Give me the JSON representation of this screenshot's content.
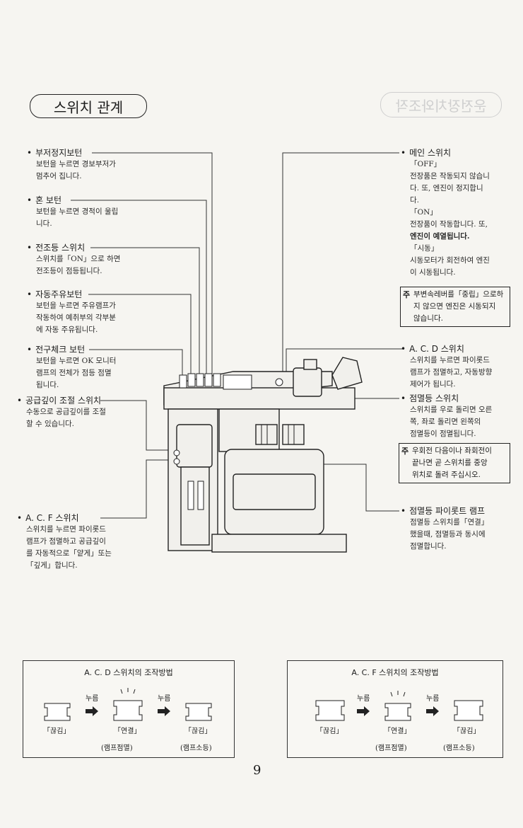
{
  "title": "스위치 관계",
  "ghost_title": "운전장치와조작",
  "left_items": [
    {
      "label": "부저정지보턴",
      "desc": [
        "보턴을 누르면 경보부저가",
        "멈추어 집니다."
      ]
    },
    {
      "label": "혼 보턴",
      "desc": [
        "보턴을 누르면 경적이 울립",
        "니다."
      ]
    },
    {
      "label": "전조등 스위치",
      "desc": [
        "스위치를「ON」으로 하면",
        "전조등이 점등됩니다."
      ]
    },
    {
      "label": "자동주유보턴",
      "desc": [
        "보턴을 누르면 주유램프가",
        "작동하여 예취부의 각부분",
        "에 자동 주유됩니다."
      ]
    },
    {
      "label": "전구체크 보턴",
      "desc": [
        "보턴을 누르면 OK 모니터",
        "램프의 전체가 점등 점멸",
        "됩니다."
      ]
    },
    {
      "label": "공급깊이 조절 스위치",
      "desc": [
        "수동으로 공급깊이를 조절",
        "할 수 있습니다."
      ]
    },
    {
      "label": "A. C. F 스위치",
      "desc": [
        "스위치를 누르면 파이롯드",
        "램프가 점멸하고 공급깊이",
        "를 자동적으로「얕게」또는",
        "「깊게」합니다."
      ]
    }
  ],
  "main_switch": {
    "label": "메인 스위치",
    "desc": [
      "「OFF」",
      "전장품은 작동되지 않습니",
      "다. 또, 엔진이 정지합니",
      "다.",
      "「ON」",
      "전장품이 작동합니다. 또,",
      "엔진이 예열됩니다.",
      "「시동」",
      "시동모터가 회전하여 엔진",
      "이 시동됩니다."
    ],
    "note_mark": "주",
    "note": [
      "부변속레버를「중립」으로하",
      "지 않으면 엔진은 시동되지",
      "않습니다."
    ]
  },
  "acd": {
    "label": "A. C. D 스위치",
    "desc": [
      "스위치를 누르면 파이롯드",
      "램프가 점멸하고, 자동방향",
      "제어가 됩니다."
    ]
  },
  "blinker": {
    "label": "점멸등 스위치",
    "desc": [
      "스위치를 우로 돌리면 오른",
      "쪽, 좌로 돌리면 왼쪽의",
      "점멸등이 점멸됩니다."
    ],
    "note_mark": "주",
    "note": [
      "우회전 다음이나 좌회전이",
      "끝나면 곧 스위치를 중앙",
      "위치로 돌려 주십시오."
    ]
  },
  "pilot": {
    "label": "점멸등 파이롯트 램프",
    "desc": [
      "점멸등 스위치를「연결」",
      "했을때, 점멸등과 동시에",
      "점멸합니다."
    ]
  },
  "acd_panel": {
    "title": "A. C. D 스위치의 조작방법",
    "press": "누름",
    "states": [
      "「끊김」",
      "「연결」",
      "「끊김」"
    ],
    "lamps": [
      "(램프점멸)",
      "(램프소등)"
    ]
  },
  "acf_panel": {
    "title": "A. C. F 스위치의 조작방법",
    "press": "누름",
    "states": [
      "「끊김」",
      "「연결」",
      "「끊김」"
    ],
    "lamps": [
      "(램프점멸)",
      "(램프소등)"
    ]
  },
  "page_number": "9"
}
